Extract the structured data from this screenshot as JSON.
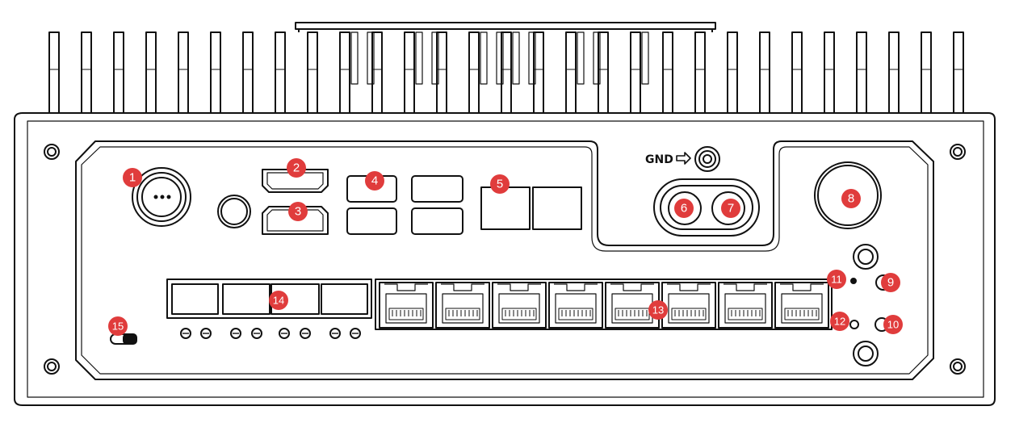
{
  "gnd_label": "GND",
  "callout_color": "#e03c3c",
  "line_color": "#111111",
  "callouts": [
    "1",
    "2",
    "3",
    "4",
    "5",
    "6",
    "7",
    "8",
    "9",
    "10",
    "11",
    "12",
    "13",
    "14",
    "15"
  ]
}
